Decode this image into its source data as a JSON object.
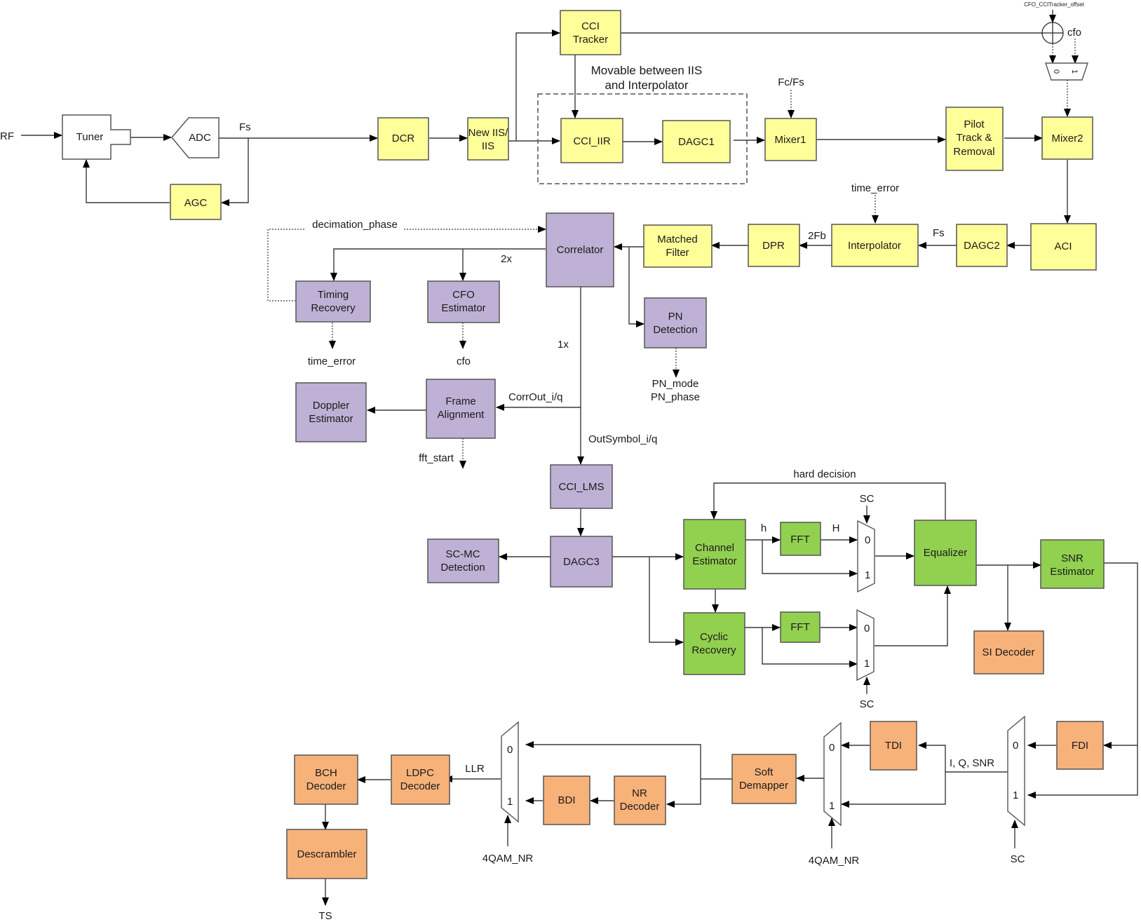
{
  "title": "DTMB Receiver Block Diagram",
  "colors": {
    "rf_frontend": "#ffff99",
    "sync": "#bfb1d5",
    "equalization": "#92d050",
    "decoding": "#f7b27a",
    "analog": "#ffffff"
  },
  "blocks": {
    "tuner": "Tuner",
    "adc": "ADC",
    "agc": "AGC",
    "dcr": "DCR",
    "new_iis": [
      "New IIS/",
      "IIS"
    ],
    "cci_tracker": [
      "CCI",
      "Tracker"
    ],
    "cci_iir": "CCI_IIR",
    "dagc1": "DAGC1",
    "mixer1": "Mixer1",
    "pilot": [
      "Pilot",
      "Track &",
      "Removal"
    ],
    "mixer2": "Mixer2",
    "aci": "ACI",
    "dagc2": "DAGC2",
    "interpolator": "Interpolator",
    "dpr": "DPR",
    "matched_filter": [
      "Matched",
      "Filter"
    ],
    "correlator": "Correlator",
    "timing_recovery": [
      "Timing",
      "Recovery"
    ],
    "cfo_estimator": [
      "CFO",
      "Estimator"
    ],
    "pn_detection": [
      "PN",
      "Detection"
    ],
    "doppler": [
      "Doppler",
      "Estimator"
    ],
    "frame_alignment": [
      "Frame",
      "Alignment"
    ],
    "cci_lms": "CCI_LMS",
    "dagc3": "DAGC3",
    "scmc": [
      "SC-MC",
      "Detection"
    ],
    "channel_estimator": [
      "Channel",
      "Estimator"
    ],
    "cyclic_recovery": [
      "Cyclic",
      "Recovery"
    ],
    "fft": "FFT",
    "equalizer": "Equalizer",
    "snr_estimator": [
      "SNR",
      "Estimator"
    ],
    "si_decoder": "SI Decoder",
    "fdi": "FDI",
    "tdi": "TDI",
    "soft_demapper": [
      "Soft",
      "Demapper"
    ],
    "nr_decoder": [
      "NR",
      "Decoder"
    ],
    "bdi": "BDI",
    "ldpc": [
      "LDPC",
      "Decoder"
    ],
    "bch": [
      "BCH",
      "Decoder"
    ],
    "descrambler": "Descrambler"
  },
  "labels": {
    "rf": "RF",
    "fs": "Fs",
    "movable_note": [
      "Movable between IIS",
      "and Interpolator"
    ],
    "cfo_offset": "CFO_CCITracker_offset",
    "cfo": "cfo",
    "fc_fs": "Fc/Fs",
    "time_error": "time_error",
    "two_fb": "2Fb",
    "decimation_phase": "decimation_phase",
    "two_x": "2x",
    "one_x": "1x",
    "pn_mode": "PN_mode",
    "pn_phase": "PN_phase",
    "corr_out": "CorrOut_i/q",
    "out_symbol": "OutSymbol_i/q",
    "fft_start": "fft_start",
    "hard_decision": "hard decision",
    "h_small": "h",
    "h_big": "H",
    "sc": "SC",
    "iq_snr": "I, Q, SNR",
    "llr": "LLR",
    "qam_nr": "4QAM_NR",
    "ts": "TS",
    "mux_0": "0",
    "mux_1": "1"
  }
}
